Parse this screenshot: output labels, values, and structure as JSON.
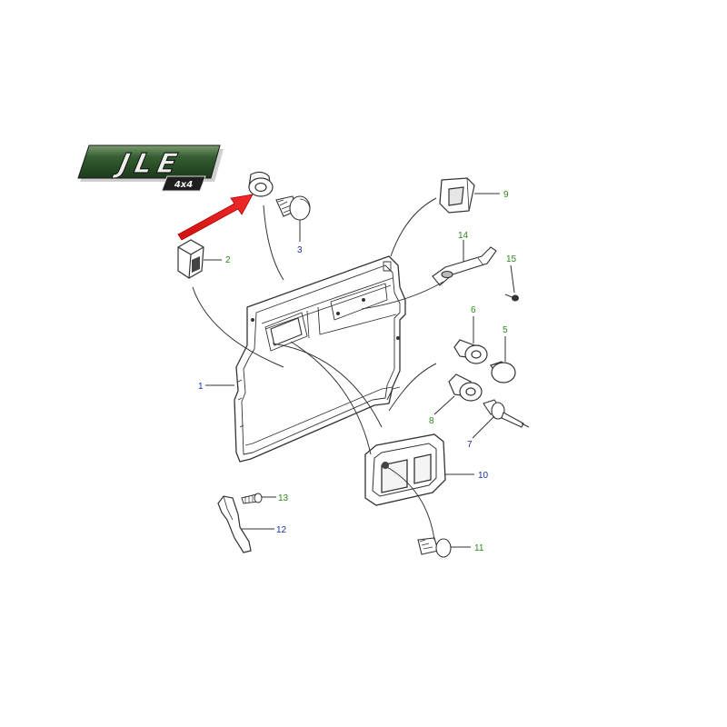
{
  "logo": {
    "brand_text": "JLE",
    "sub_text": "4x4",
    "colors": {
      "banner": "#2f5a2c",
      "banner_dark": "#1c3a1b",
      "banner_light": "#6c8f60",
      "text": "#e9ece8",
      "sub_bg": "#1e1e1e"
    }
  },
  "arrow": {
    "color": "#e01818"
  },
  "colors": {
    "line": "#333333",
    "label_blue": "#1a2fa8",
    "label_green": "#2a8a1a"
  },
  "callouts": [
    {
      "id": "1",
      "text": "1",
      "color": "blue"
    },
    {
      "id": "2",
      "text": "2",
      "color": "green"
    },
    {
      "id": "3",
      "text": "3",
      "color": "blue"
    },
    {
      "id": "5",
      "text": "5",
      "color": "green"
    },
    {
      "id": "6",
      "text": "6",
      "color": "green"
    },
    {
      "id": "7",
      "text": "7",
      "color": "blue"
    },
    {
      "id": "8",
      "text": "8",
      "color": "green"
    },
    {
      "id": "9",
      "text": "9",
      "color": "green"
    },
    {
      "id": "10",
      "text": "10",
      "color": "blue"
    },
    {
      "id": "11",
      "text": "11",
      "color": "green"
    },
    {
      "id": "12",
      "text": "12",
      "color": "blue"
    },
    {
      "id": "13",
      "text": "13",
      "color": "green"
    },
    {
      "id": "14",
      "text": "14",
      "color": "green"
    },
    {
      "id": "15",
      "text": "15",
      "color": "green"
    }
  ]
}
